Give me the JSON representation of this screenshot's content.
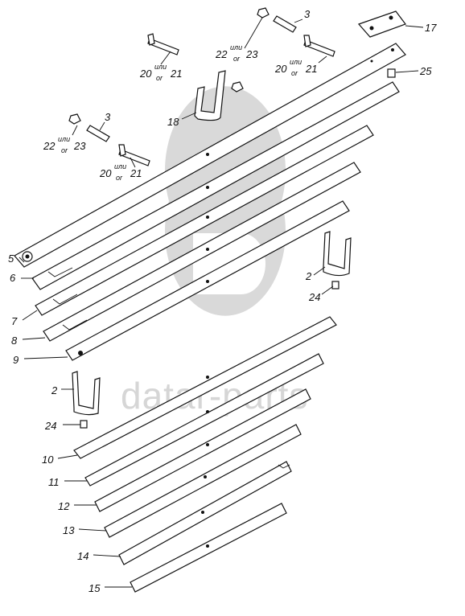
{
  "watermark": {
    "text": "datar-parts"
  },
  "labels": {
    "l2a": "2",
    "l2b": "2",
    "l3a": "3",
    "l3b": "3",
    "l5": "5",
    "l6": "6",
    "l7": "7",
    "l8": "8",
    "l9": "9",
    "l10": "10",
    "l11": "11",
    "l12": "12",
    "l13": "13",
    "l14": "14",
    "l15": "15",
    "l17": "17",
    "l18": "18",
    "l24a": "24",
    "l24b": "24",
    "l25": "25"
  },
  "alt_refs": {
    "a": {
      "main": "20",
      "ili": "или",
      "or": "or",
      "alt": "21"
    },
    "b": {
      "main": "22",
      "ili": "или",
      "or": "or",
      "alt": "23"
    },
    "c": {
      "main": "20",
      "ili": "или",
      "or": "or",
      "alt": "21"
    },
    "d": {
      "main": "22",
      "ili": "или",
      "or": "or",
      "alt": "23"
    },
    "e": {
      "main": "20",
      "ili": "или",
      "or": "or",
      "alt": "21"
    }
  }
}
